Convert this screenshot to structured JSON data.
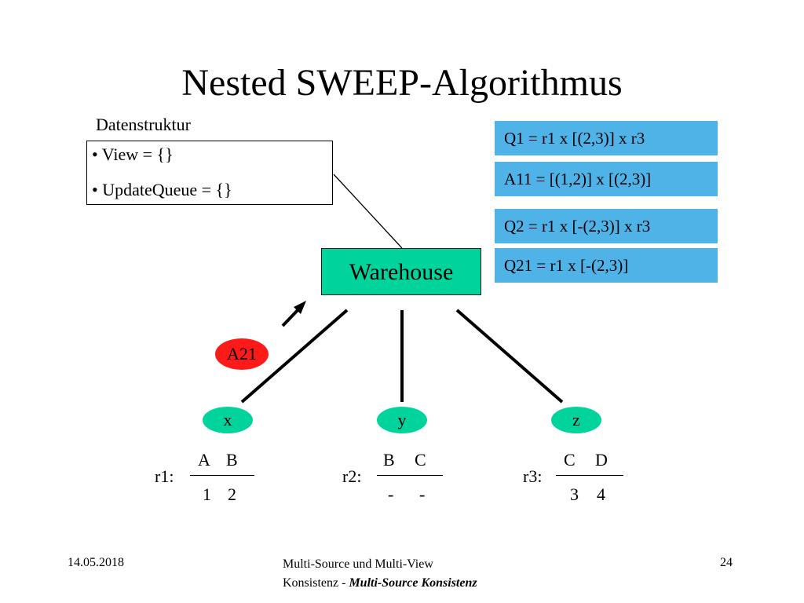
{
  "title": "Nested SWEEP-Algorithmus",
  "datenstruktur": {
    "caption": "Datenstruktur",
    "items": [
      "• View = {}",
      "• UpdateQueue = {}"
    ]
  },
  "queries": [
    "Q1 = r1 x [(2,3)] x r3",
    "A11 = [(1,2)] x [(2,3)]",
    "Q2 = r1 x [-(2,3)] x r3",
    "Q21 = r1 x [-(2,3)]"
  ],
  "warehouse": "Warehouse",
  "answer_badge": "A21",
  "nodes": [
    "x",
    "y",
    "z"
  ],
  "relations": [
    {
      "name": "r1:",
      "header": [
        "A",
        "B"
      ],
      "row": [
        "1",
        "2"
      ]
    },
    {
      "name": "r2:",
      "header": [
        "B",
        "C"
      ],
      "row": [
        "-",
        "-"
      ]
    },
    {
      "name": "r3:",
      "header": [
        "C",
        "D"
      ],
      "row": [
        "3",
        "4"
      ]
    }
  ],
  "colors": {
    "query_box": "#4fb3e8",
    "warehouse": "#00d39b",
    "node": "#00d39b",
    "answer": "#ff1a1a"
  },
  "footer": {
    "date": "14.05.2018",
    "center_line1": "Multi-Source und Multi-View",
    "center_line2_plain": "Konsistenz - ",
    "center_line2_italic": "Multi-Source Konsistenz",
    "page": "24"
  }
}
